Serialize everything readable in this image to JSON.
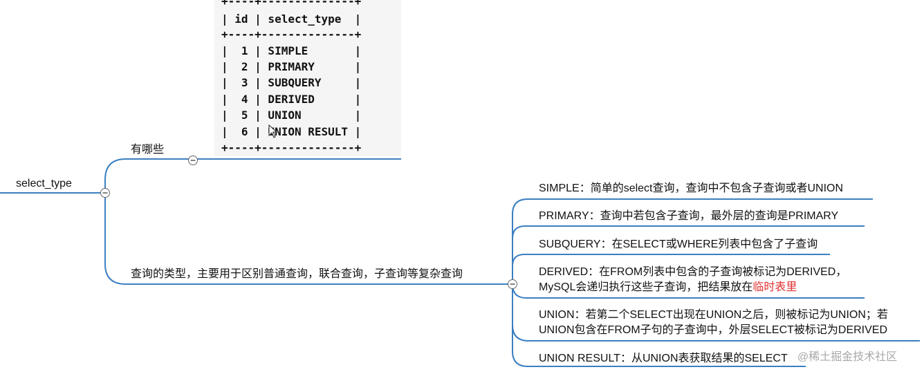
{
  "mindmap": {
    "root_label": "select_type",
    "branch_examples_label": "有哪些",
    "branch_purpose_label": "查询的类型，主要用于区别普通查询，联合查询，子查询等复杂查询",
    "collapse_symbol": "−"
  },
  "ascii_table": {
    "border_line": "+----+--------------+",
    "header_line": "| id | select_type  |",
    "rows": [
      "|  1 | SIMPLE       |",
      "|  2 | PRIMARY      |",
      "|  3 | SUBQUERY     |",
      "|  4 | DERIVED      |",
      "|  5 | UNION        |",
      "|  6 | UNION RESULT |"
    ]
  },
  "definitions": {
    "simple": "SIMPLE：简单的select查询，查询中不包含子查询或者UNION",
    "primary": "PRIMARY：查询中若包含子查询，最外层的查询是PRIMARY",
    "subquery": "SUBQUERY：在SELECT或WHERE列表中包含了子查询",
    "derived_line1": "DERIVED：在FROM列表中包含的子查询被标记为DERIVED，",
    "derived_line2_prefix": "MySQL会递归执行这些子查询，把结果放在",
    "derived_line2_highlight": "临时表里",
    "union_line1": "UNION：若第二个SELECT出现在UNION之后，则被标记为UNION；若",
    "union_line2": "UNION包含在FROM子句的子查询中，外层SELECT被标记为DERIVED",
    "union_result": "UNION RESULT：从UNION表获取结果的SELECT"
  },
  "watermark": "@稀土掘金技术社区",
  "colors": {
    "connector": "#3a7fc1",
    "highlight": "#e0302e",
    "watermark": "#a8a8a8"
  },
  "icons": {
    "collapse": "circle-minus-icon",
    "cursor": "mouse-pointer-icon"
  }
}
